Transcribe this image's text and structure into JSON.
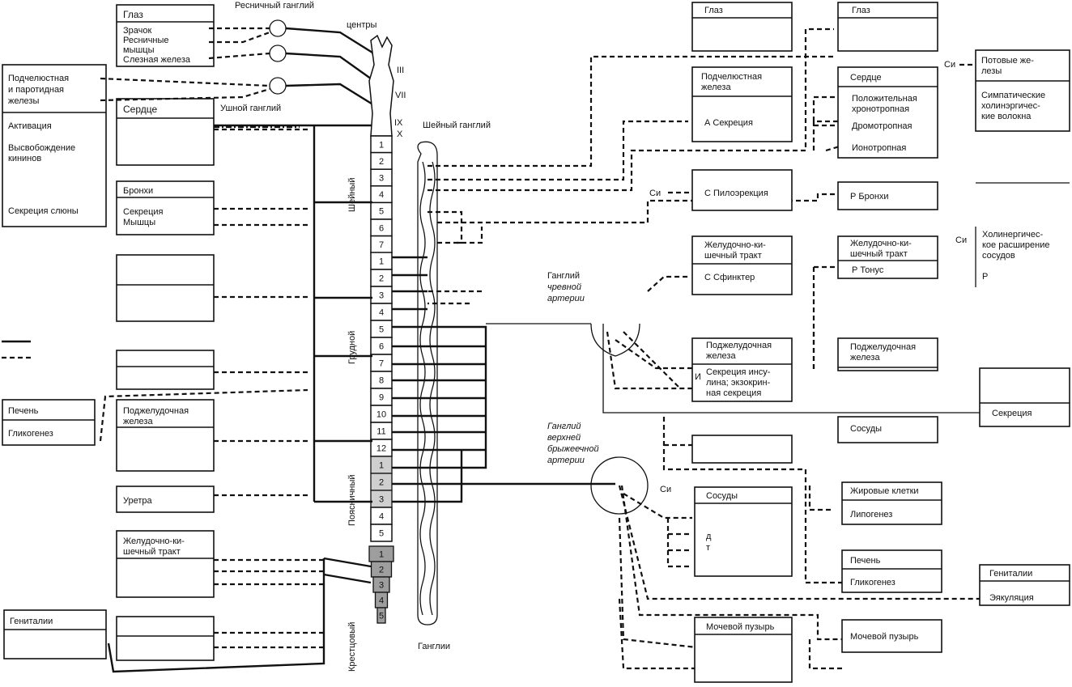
{
  "labels": {
    "ciliary_ganglion": "Ресничный ганглий",
    "centers": "центры",
    "otic_ganglion": "Ушной ганглий",
    "cervical_ganglion": "Шейный ганглий",
    "celiac_ganglion": [
      "Ганглий",
      "чревной",
      "артерии"
    ],
    "sup_mesenteric_ganglion": [
      "Ганглий",
      "верхней",
      "брыжеечной",
      "артерии"
    ],
    "ganglia": "Ганглии",
    "nerve_III": "III",
    "nerve_VII": "VII",
    "nerve_IX": "IX",
    "nerve_X": "X",
    "region_cervical": "Шейный",
    "region_thoracic": "Грудной",
    "region_lumbar": "Поясничный",
    "region_sacral": "Крестцовый",
    "si_1": "Си",
    "si_2": "Си",
    "si_3": "Си",
    "si_4": "Си",
    "p_right": "Р"
  },
  "segments": {
    "cervical": [
      "1",
      "2",
      "3",
      "4",
      "5",
      "6",
      "7"
    ],
    "thoracic": [
      "1",
      "2",
      "3",
      "4",
      "5",
      "6",
      "7",
      "8",
      "9",
      "10",
      "11",
      "12"
    ],
    "lumbar": [
      "1",
      "2",
      "3",
      "4",
      "5"
    ],
    "sacral": [
      "1",
      "2",
      "3",
      "4",
      "5"
    ]
  },
  "left": {
    "eye": {
      "title": "Глаз",
      "lines": [
        "Зрачок",
        "Ресничные",
        "мышцы",
        "Слезная железа"
      ]
    },
    "salivary": {
      "title": [
        "Подчелюстная",
        "и паротидная",
        "железы"
      ],
      "lines": [
        "Активация",
        "Высвобождение",
        "кининов",
        "Секреция слюны"
      ]
    },
    "heart": {
      "title": "Сердце"
    },
    "bronchi": {
      "title": "Бронхи",
      "lines": [
        "Секреция",
        "Мышцы"
      ]
    },
    "liver": {
      "title": "Печень",
      "line": "Гликогенез"
    },
    "pancreas": {
      "title": [
        "Поджелудочная",
        "железа"
      ]
    },
    "urethra": {
      "title": "Уретра"
    },
    "gi": {
      "title": [
        "Желудочно-ки-",
        "шечный тракт"
      ]
    },
    "genitalia": {
      "title": "Гениталии"
    }
  },
  "right": {
    "eye1": {
      "title": "Глаз"
    },
    "eye2": {
      "title": "Глаз"
    },
    "sweat": {
      "lines": [
        "Потовые же-",
        "лезы"
      ],
      "sub": [
        "Симпатические",
        "холинэргичес-",
        "кие волокна"
      ]
    },
    "submand": {
      "title": [
        "Подчелюстная",
        "железа"
      ],
      "line": "А  Секреция"
    },
    "heart": {
      "title": "Сердце",
      "lines": [
        "Положительная",
        "хронотропная",
        "Дромотропная",
        "Ионотропная"
      ]
    },
    "pilo": {
      "line": "С  Пилоэрекция"
    },
    "bronchi": {
      "line": "Р  Бронхи"
    },
    "cholinergic": {
      "lines": [
        "Холинергичес-",
        "кое расширение",
        "сосудов"
      ]
    },
    "gi1": {
      "title": [
        "Желудочно-ки-",
        "шечный тракт"
      ],
      "line": "С  Сфинктер"
    },
    "gi2": {
      "title": [
        "Желудочно-ки-",
        "шечный тракт"
      ],
      "line": "Р  Тонус"
    },
    "pancreas1": {
      "title": [
        "Поджелудочная",
        "железа"
      ],
      "lines": [
        "Секреция инсу-",
        "лина; экзокрин-",
        "ная секреция"
      ],
      "marker": "И"
    },
    "pancreas2": {
      "title": [
        "Поджелудочная",
        "железа"
      ]
    },
    "secretion": {
      "line": "Секреция"
    },
    "vessels1": {
      "title": "Сосуды"
    },
    "vessels2": {
      "title": "Сосуды",
      "markers": [
        "д",
        "т"
      ]
    },
    "fat": {
      "title": "Жировые клетки",
      "line": "Липогенез"
    },
    "liver": {
      "title": "Печень",
      "line": "Гликогенез"
    },
    "genitalia": {
      "title": "Гениталии",
      "line": "Эякуляция"
    },
    "bladder1": {
      "title": "Мочевой пузырь"
    },
    "bladder2": {
      "title": "Мочевой пузырь"
    }
  }
}
